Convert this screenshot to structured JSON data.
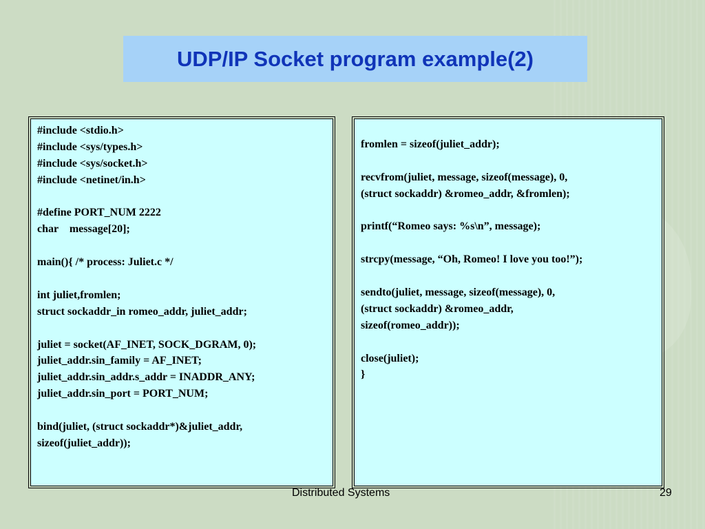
{
  "slide": {
    "title": "UDP/IP Socket program example(2)",
    "footer": "Distributed Systems",
    "page_number": "29"
  },
  "left_code": [
    "#include <stdio.h>",
    "#include <sys/types.h>",
    "#include <sys/socket.h>",
    "#include <netinet/in.h>",
    "",
    "#define PORT_NUM 2222",
    "char    message[20];",
    "",
    "main(){ /* process: Juliet.c */",
    "",
    "int juliet,fromlen;",
    "struct sockaddr_in romeo_addr, juliet_addr;",
    "",
    "juliet = socket(AF_INET, SOCK_DGRAM, 0);",
    "juliet_addr.sin_family = AF_INET;",
    "juliet_addr.sin_addr.s_addr = INADDR_ANY;",
    "juliet_addr.sin_port = PORT_NUM;",
    "",
    "bind(juliet, (struct sockaddr*)&juliet_addr,",
    "sizeof(juliet_addr));"
  ],
  "right_code": [
    "fromlen = sizeof(juliet_addr);",
    "",
    "recvfrom(juliet, message, sizeof(message), 0,",
    "(struct sockaddr) &romeo_addr, &fromlen);",
    "",
    "printf(“Romeo says: %s\\n”, message);",
    "",
    "strcpy(message, “Oh, Romeo! I love you too!”);",
    "",
    "sendto(juliet, message, sizeof(message), 0,",
    "(struct sockaddr) &romeo_addr,",
    "sizeof(romeo_addr));",
    "",
    "close(juliet);",
    "}"
  ]
}
